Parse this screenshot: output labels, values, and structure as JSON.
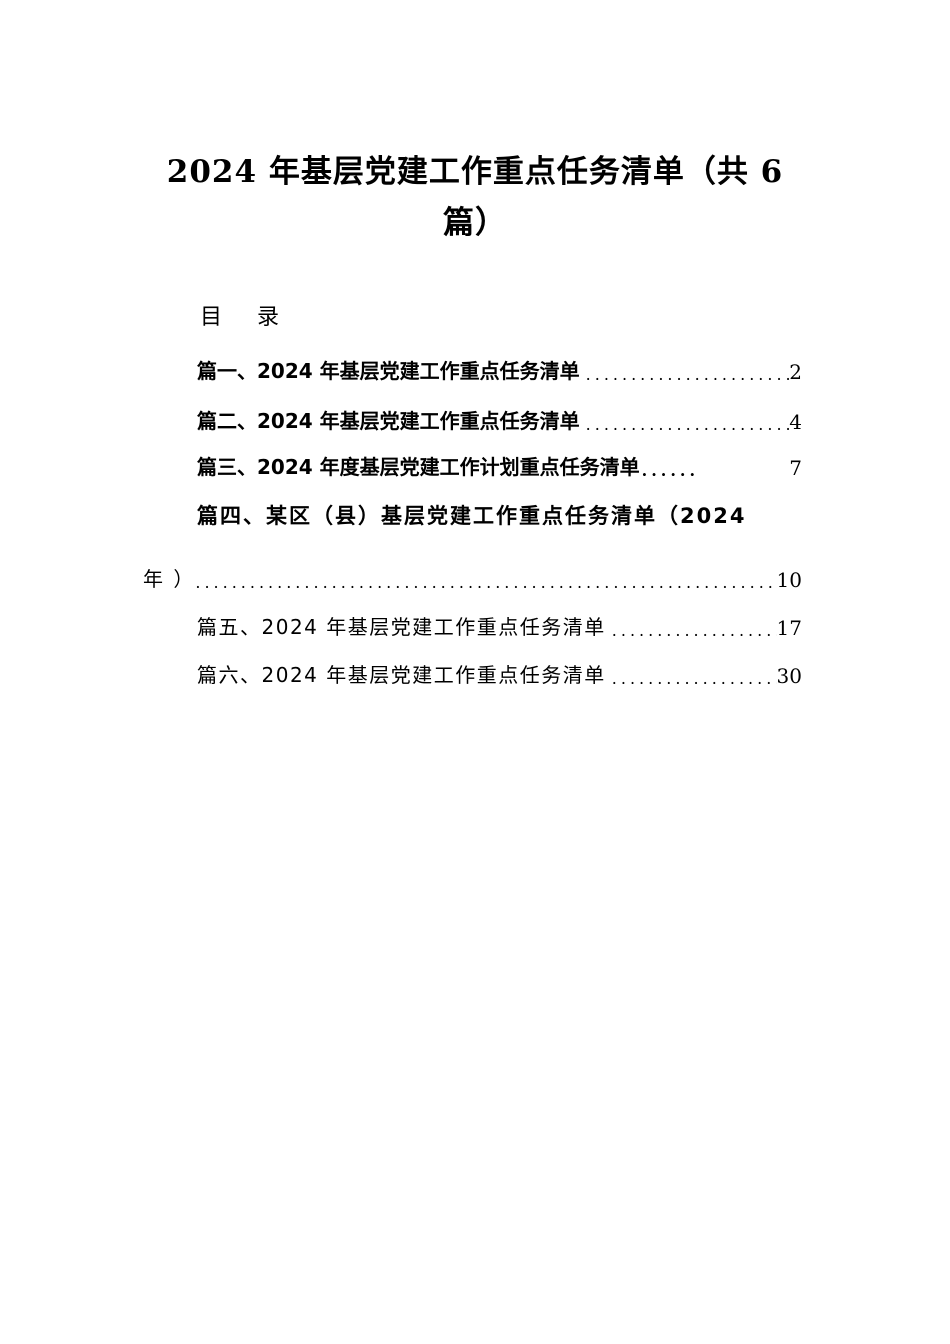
{
  "document": {
    "title_line1": "2024 年基层党建工作重点任务清单（共 6",
    "title_line2": "篇）",
    "toc_heading": "目 录"
  },
  "toc": {
    "items": [
      {
        "label": "篇一、2024 年基层党建工作重点任务清单",
        "leader": "...........................",
        "page": "2"
      },
      {
        "label": "篇二、2024 年基层党建工作重点任务清单",
        "leader": "...........................",
        "page": "4"
      },
      {
        "label": "篇三、2024 年度基层党建工作计划重点任务清单",
        "leader": "......",
        "page": "7"
      },
      {
        "label_top": "篇四、某区（县）基层党建工作重点任务清单（2024",
        "label_bottom": "年 ）",
        "leader": "..............................................................................",
        "page": "10"
      },
      {
        "label": "篇五、2024 年基层党建工作重点任务清单",
        "leader": "...........................",
        "page": "17"
      },
      {
        "label": "篇六、2024 年基层党建工作重点任务清单",
        "leader": "...........................",
        "page": "30"
      }
    ]
  }
}
